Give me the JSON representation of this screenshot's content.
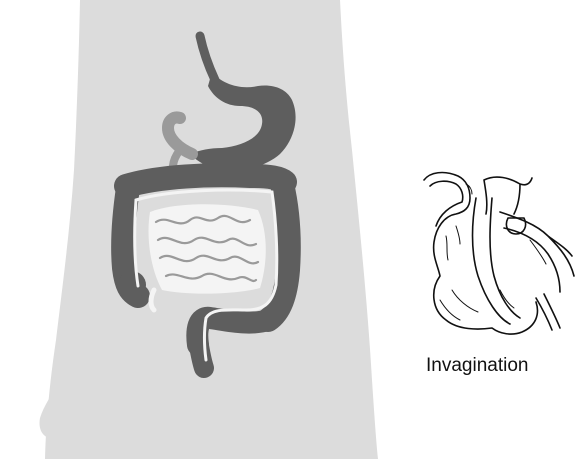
{
  "colors": {
    "body_silhouette": "#dcdcdc",
    "organ_dark": "#5e5e5e",
    "organ_mid": "#9a9a9a",
    "small_intestine": "#f4f4f4",
    "outline": "#111111"
  },
  "icons": {
    "anatomy": "digestive-tract-illustration",
    "detail": "intussusception-sketch"
  },
  "detail_caption": "Invagination"
}
